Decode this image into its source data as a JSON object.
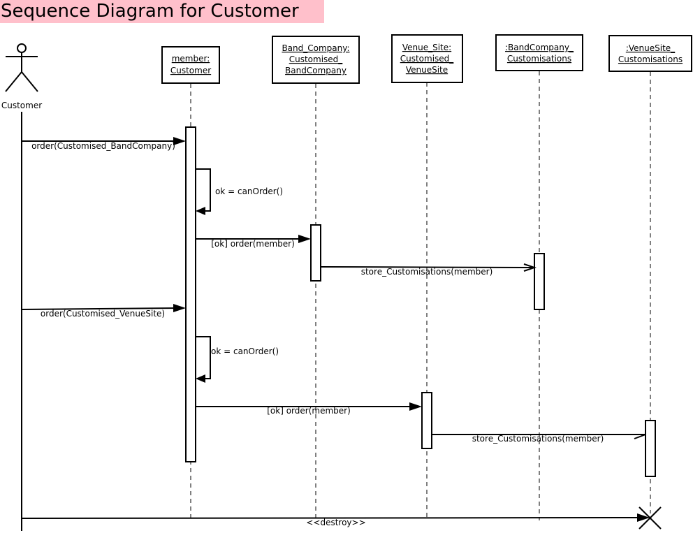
{
  "title": "Sequence Diagram for Customer",
  "colors": {
    "title_bg": "#ffc0cb",
    "line": "#000000",
    "box_fill": "#ffffff"
  },
  "actor": {
    "label": "Customer"
  },
  "lifelines": [
    {
      "id": "member",
      "lines": [
        "member:",
        "Customer"
      ]
    },
    {
      "id": "band",
      "lines": [
        "Band_Company:",
        "Customised_",
        "BandCompany"
      ]
    },
    {
      "id": "venue",
      "lines": [
        "Venue_Site:",
        "Customised_",
        "VenueSite"
      ]
    },
    {
      "id": "bandcust",
      "lines": [
        ":BandCompany_",
        "Customisations"
      ]
    },
    {
      "id": "venuecust",
      "lines": [
        ":VenueSite_",
        "Customisations"
      ]
    }
  ],
  "messages": [
    {
      "id": "m1",
      "label": "order(Customised_BandCompany)",
      "from": "actor",
      "to": "member"
    },
    {
      "id": "m2",
      "label": "ok = canOrder()",
      "from": "member",
      "to": "member"
    },
    {
      "id": "m3",
      "label": "[ok] order(member)",
      "from": "member",
      "to": "band"
    },
    {
      "id": "m4",
      "label": "store_Customisations(member)",
      "from": "band",
      "to": "bandcust"
    },
    {
      "id": "m5",
      "label": "order(Customised_VenueSite)",
      "from": "actor",
      "to": "member"
    },
    {
      "id": "m6",
      "label": "ok = canOrder()",
      "from": "member",
      "to": "member"
    },
    {
      "id": "m7",
      "label": "[ok] order(member)",
      "from": "member",
      "to": "venue"
    },
    {
      "id": "m8",
      "label": "store_Customisations(member)",
      "from": "venue",
      "to": "venuecust"
    },
    {
      "id": "m9",
      "label": "<<destroy>>",
      "from": "actor",
      "to": "venuecust"
    }
  ]
}
